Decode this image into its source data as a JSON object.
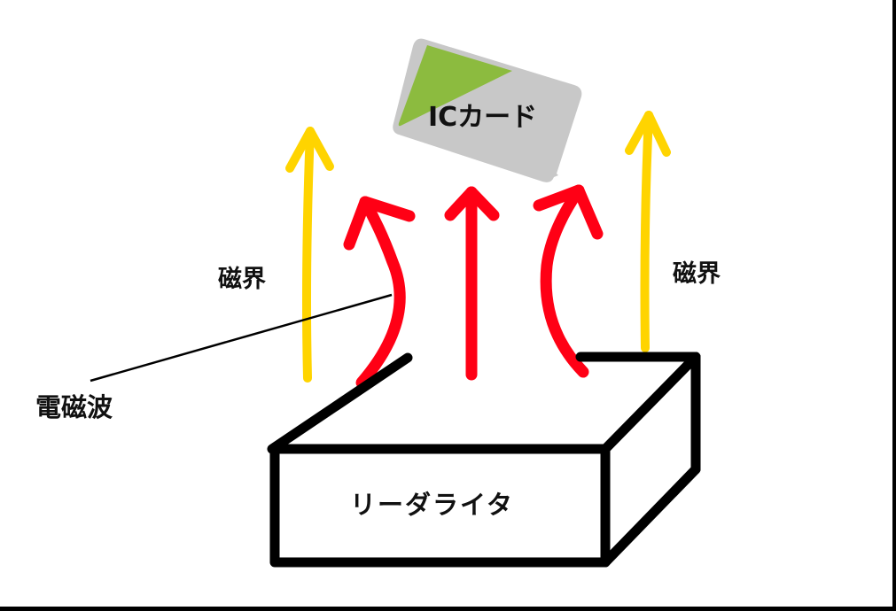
{
  "diagram": {
    "title": "",
    "card": {
      "label": "ICカード",
      "body_color": "#c8c8c8",
      "accent_color": "#8cbb3f"
    },
    "reader": {
      "label": "リーダライタ",
      "stroke_color": "#000000"
    },
    "labels": {
      "magnetic_field_left": "磁界",
      "magnetic_field_right": "磁界",
      "electromagnetic_wave": "電磁波"
    },
    "arrows": [
      {
        "id": "magnetic-field-left",
        "color": "#ffd400",
        "direction": "up"
      },
      {
        "id": "wave-left-curved",
        "color": "#ff0015",
        "direction": "up"
      },
      {
        "id": "wave-center",
        "color": "#ff0015",
        "direction": "up"
      },
      {
        "id": "wave-right-curved",
        "color": "#ff0015",
        "direction": "up"
      },
      {
        "id": "magnetic-field-right",
        "color": "#ffd400",
        "direction": "up"
      }
    ]
  }
}
